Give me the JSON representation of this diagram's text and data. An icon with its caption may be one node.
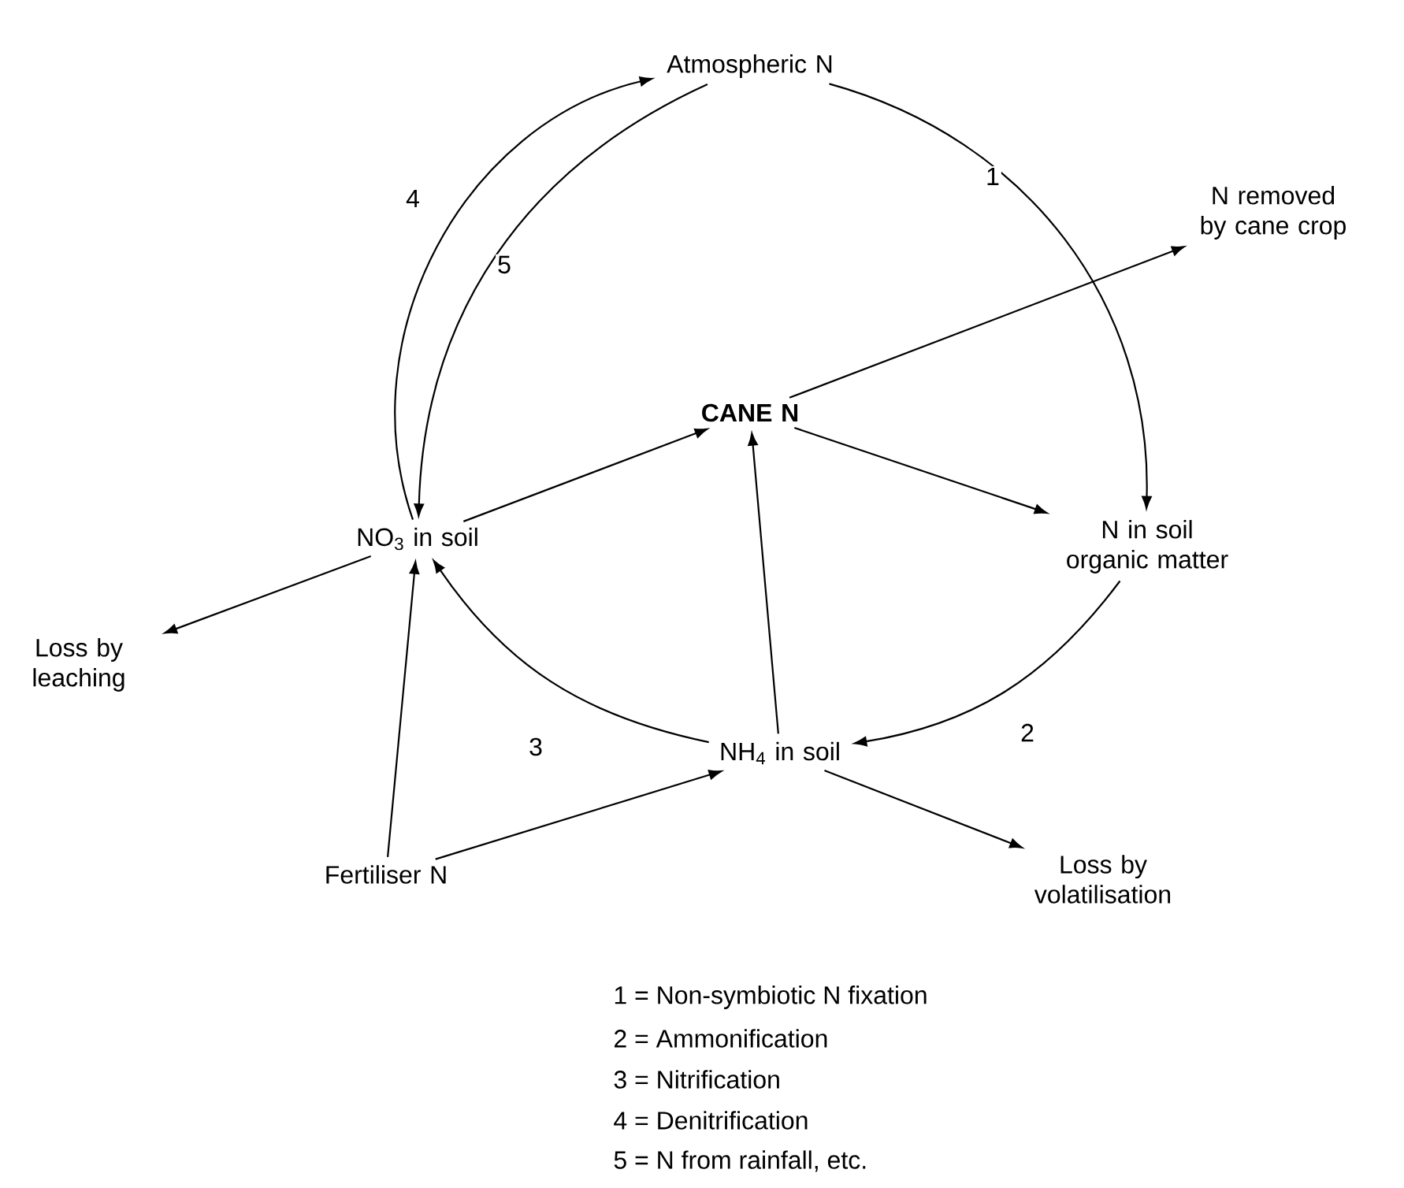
{
  "diagram": {
    "nodes": [
      {
        "text": [
          "Atmospheric N"
        ]
      },
      {
        "text": [
          "N removed by cane crop"
        ]
      },
      {
        "text": [
          "CANE N"
        ]
      },
      {
        "text": [
          "NO$_{3}$ in soil"
        ]
      },
      {
        "text": [
          "N in soil organic matter"
        ]
      },
      {
        "text": [
          "Loss by leaching"
        ]
      },
      {
        "text": [
          "NH$_{4}$ in soil"
        ]
      },
      {
        "text": [
          "Fertiliser N"
        ]
      },
      {
        "text": [
          "Loss by volatilisation"
        ]
      }
    ],
    "edges": [
      {
        "from": 0,
        "to": 4,
        "arrow": "to",
        "label": "1"
      },
      {
        "from": 3,
        "to": 0,
        "arrow": "to",
        "label": "4"
      },
      {
        "from": 0,
        "to": 3,
        "arrow": "to",
        "label": "5"
      },
      {
        "from": 2,
        "to": 1,
        "arrow": "to"
      },
      {
        "from": 3,
        "to": 2,
        "arrow": "to"
      },
      {
        "from": 2,
        "to": 4,
        "arrow": "to"
      },
      {
        "from": 6,
        "to": 2,
        "arrow": "to"
      },
      {
        "from": 4,
        "to": 6,
        "arrow": "to",
        "label": "2"
      },
      {
        "from": 6,
        "to": 3,
        "arrow": "to",
        "label": "3"
      },
      {
        "from": 3,
        "to": 5,
        "arrow": "to"
      },
      {
        "from": 7,
        "to": 3,
        "arrow": "to"
      },
      {
        "from": 7,
        "to": 6,
        "arrow": "to"
      },
      {
        "from": 6,
        "to": 8,
        "arrow": "to"
      }
    ],
    "labels": [
      "1 = Non-symbiotic N fixation",
      "2 = Ammonification",
      "3 = Nitrification",
      "4 = Denitrification",
      "5 = N from rainfall, etc."
    ]
  }
}
